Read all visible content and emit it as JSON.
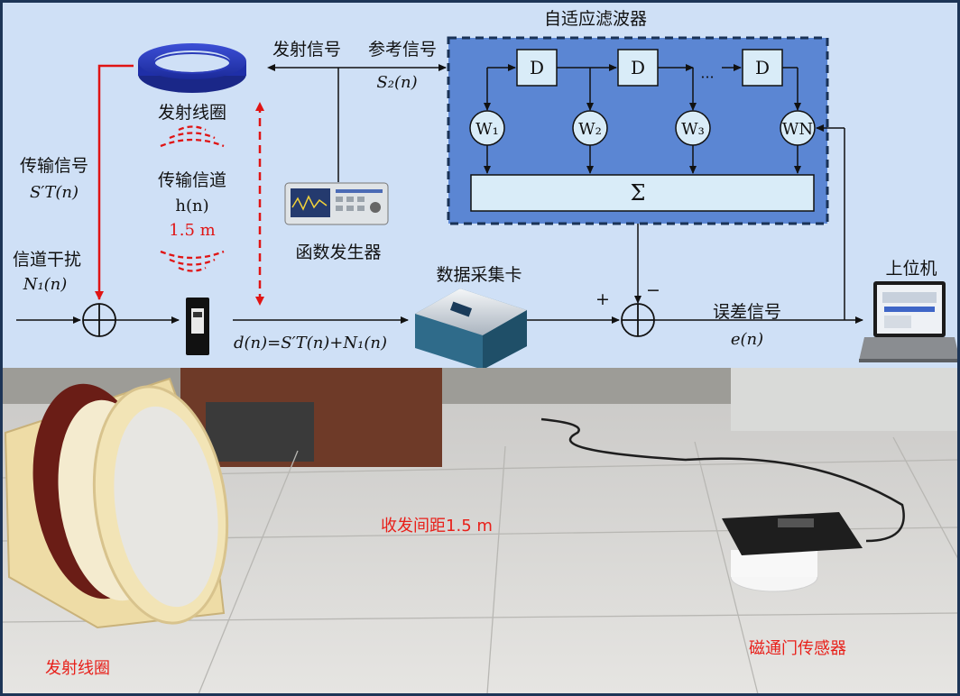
{
  "diagram": {
    "adaptive_filter_title": "自适应滤波器",
    "transmit_signal": "发射信号",
    "reference_signal": "参考信号",
    "reference_symbol": "S₂(n)",
    "transmit_coil_label": "发射线圈",
    "transmission_signal": "传输信号",
    "transmission_symbol": "S′T(n)",
    "channel_label": "传输信道",
    "channel_symbol": "h(n)",
    "distance_label": "1.5 m",
    "interference_label": "信道干扰",
    "interference_symbol": "N₁(n)",
    "function_generator": "函数发生器",
    "daq_card": "数据采集卡",
    "host_pc": "上位机",
    "error_signal": "误差信号",
    "error_symbol": "e(n)",
    "d_equation": "d(n)=S′T(n)+N₁(n)",
    "delay_label": "D",
    "ellipsis": "···",
    "weights": [
      "W₁",
      "W₂",
      "W₃",
      "WN"
    ],
    "sum_symbol": "Σ",
    "plus_sign": "+",
    "minus_sign": "−"
  },
  "photo": {
    "distance_caption": "收发间距1.5 m",
    "coil_caption": "发射线圈",
    "sensor_caption": "磁通门传感器"
  },
  "colors": {
    "panel_bg": "#cfe0f6",
    "filter_bg": "#5b86d3",
    "filter_border": "#1a3256",
    "box_fill": "#d9ecf8",
    "red_accent": "#e01414",
    "frame_border": "#1d3557"
  }
}
